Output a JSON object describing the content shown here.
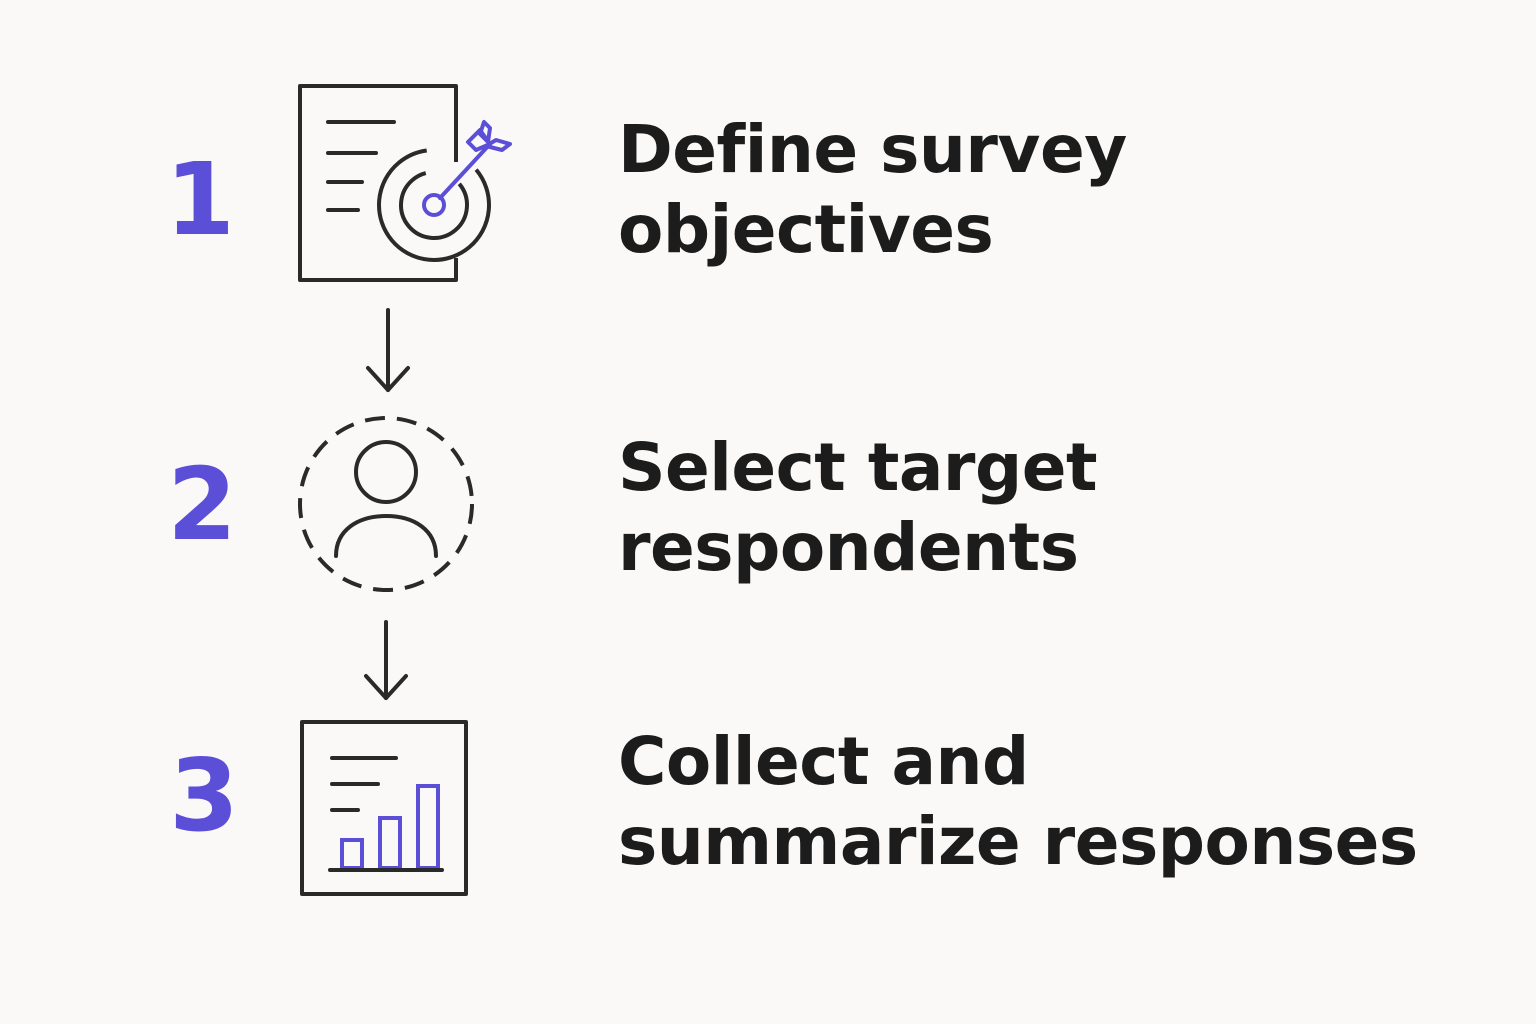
{
  "colors": {
    "accent": "#5b4fd8",
    "ink": "#2a2a2a",
    "background": "#fbf9f7"
  },
  "steps": [
    {
      "number": "1",
      "label_line1": "Define survey",
      "label_line2": "objectives",
      "icon": "document-target-icon"
    },
    {
      "number": "2",
      "label_line1": "Select target",
      "label_line2": "respondents",
      "icon": "user-circle-icon"
    },
    {
      "number": "3",
      "label_line1": "Collect and",
      "label_line2": "summarize responses",
      "icon": "report-bar-chart-icon"
    }
  ]
}
